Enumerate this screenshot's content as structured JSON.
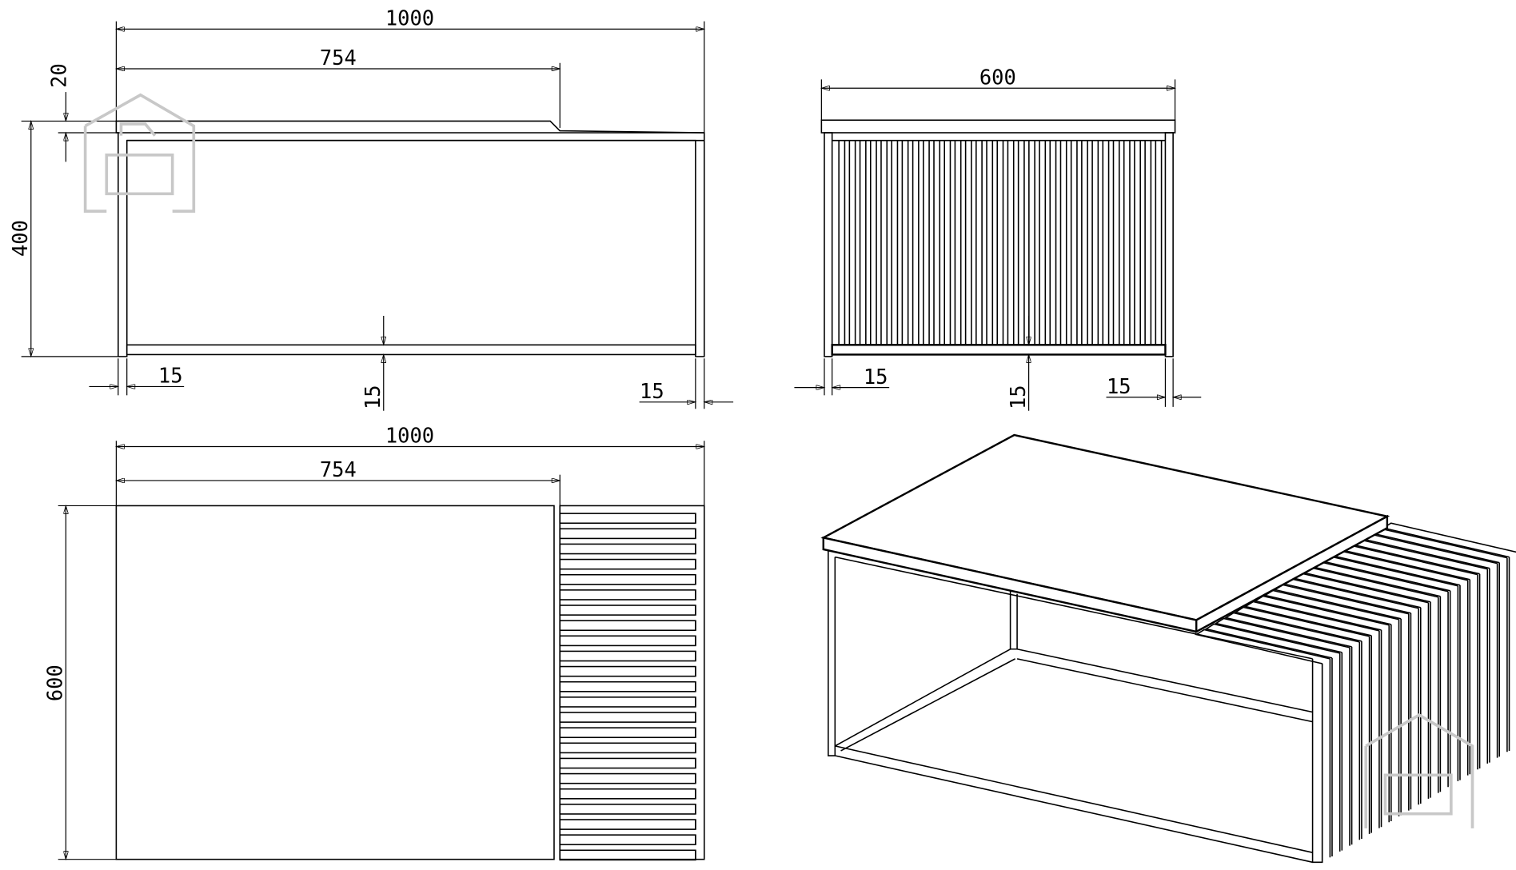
{
  "front_view": {
    "overall_width": "1000",
    "top_width": "754",
    "top_thickness": "20",
    "height": "400",
    "leg_left": "15",
    "rail": "15",
    "leg_right": "15"
  },
  "side_view": {
    "depth": "600",
    "leg_left": "15",
    "rail": "15",
    "leg_right": "15"
  },
  "top_view": {
    "overall_width": "1000",
    "top_width": "754",
    "depth": "600"
  },
  "colors": {
    "line": "#000000",
    "watermark": "#c8c8c8"
  }
}
